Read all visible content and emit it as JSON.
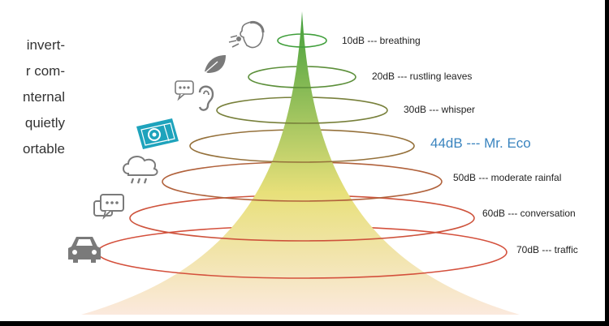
{
  "intro_lines": [
    "invert-",
    "r com-",
    "nternal",
    "quietly",
    "ortable"
  ],
  "levels": [
    {
      "db": 10,
      "label": "10dB --- breathing",
      "icon": "face-breathing-icon",
      "highlight": false
    },
    {
      "db": 20,
      "label": "20dB --- rustling leaves",
      "icon": "leaf-icon",
      "highlight": false
    },
    {
      "db": 30,
      "label": "30dB --- whisper",
      "icon": "ear-whisper-icon",
      "highlight": false
    },
    {
      "db": 44,
      "label": "44dB --- Mr. Eco",
      "icon": "air-conditioner-icon",
      "highlight": true
    },
    {
      "db": 50,
      "label": "50dB --- moderate rainfal",
      "icon": "rain-cloud-icon",
      "highlight": false
    },
    {
      "db": 60,
      "label": "60dB --- conversation",
      "icon": "chat-bubbles-icon",
      "highlight": false
    },
    {
      "db": 70,
      "label": "70dB --- traffic",
      "icon": "car-icon",
      "highlight": false
    }
  ],
  "colors": {
    "ring": "#d4503c",
    "ring_light": "#7aa24a",
    "cone_top": "#3f9e3a",
    "cone_mid": "#e8e07a",
    "cone_bottom": "#fbe9dd",
    "highlight_text": "#3a84bf",
    "icon_gray": "#7a7a7a",
    "icon_teal": "#1ea3bc"
  }
}
